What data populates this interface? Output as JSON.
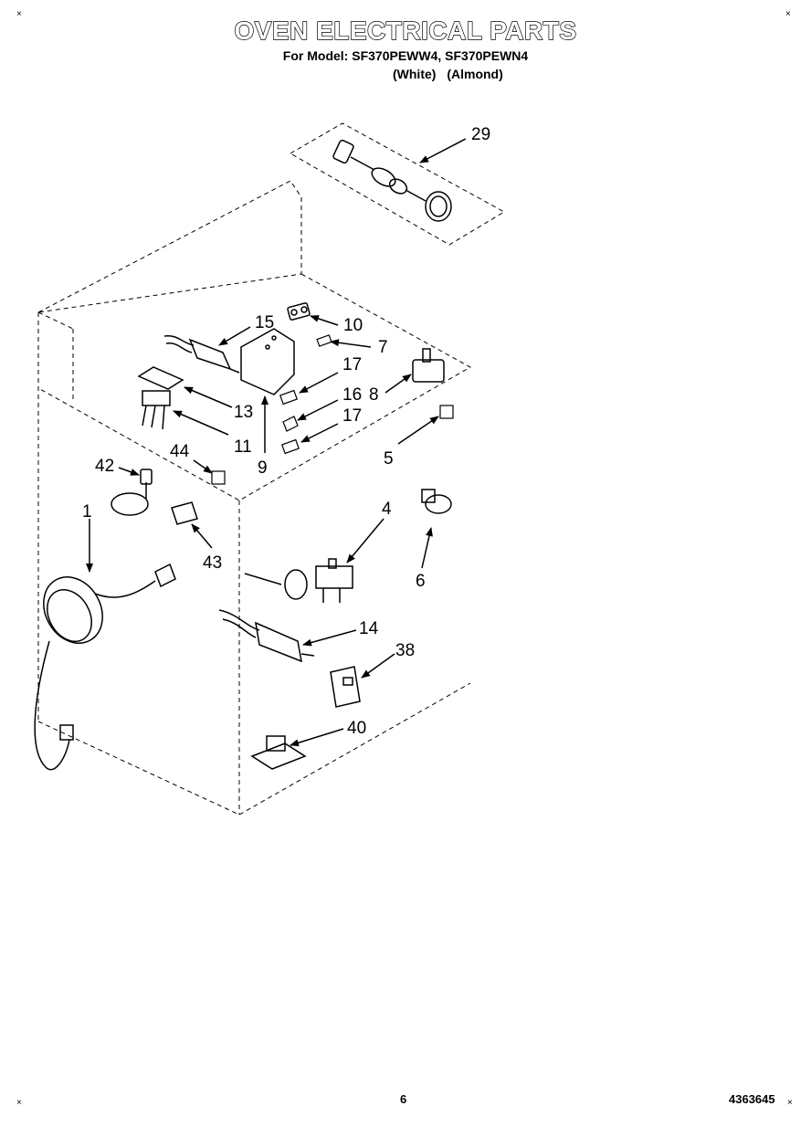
{
  "header": {
    "title": "OVEN ELECTRICAL PARTS",
    "model_line": "For Model: SF370PEWW4, SF370PEWN4",
    "color_white": "(White)",
    "color_almond": "(Almond)"
  },
  "callouts": {
    "c29": "29",
    "c15": "15",
    "c10": "10",
    "c7": "7",
    "c17a": "17",
    "c16": "16",
    "c17b": "17",
    "c8": "8",
    "c13": "13",
    "c11": "11",
    "c9": "9",
    "c5": "5",
    "c44": "44",
    "c42": "42",
    "c1": "1",
    "c43": "43",
    "c4": "4",
    "c6": "6",
    "c14": "14",
    "c38": "38",
    "c40": "40"
  },
  "footer": {
    "page_number": "6",
    "document_number": "4363645"
  }
}
